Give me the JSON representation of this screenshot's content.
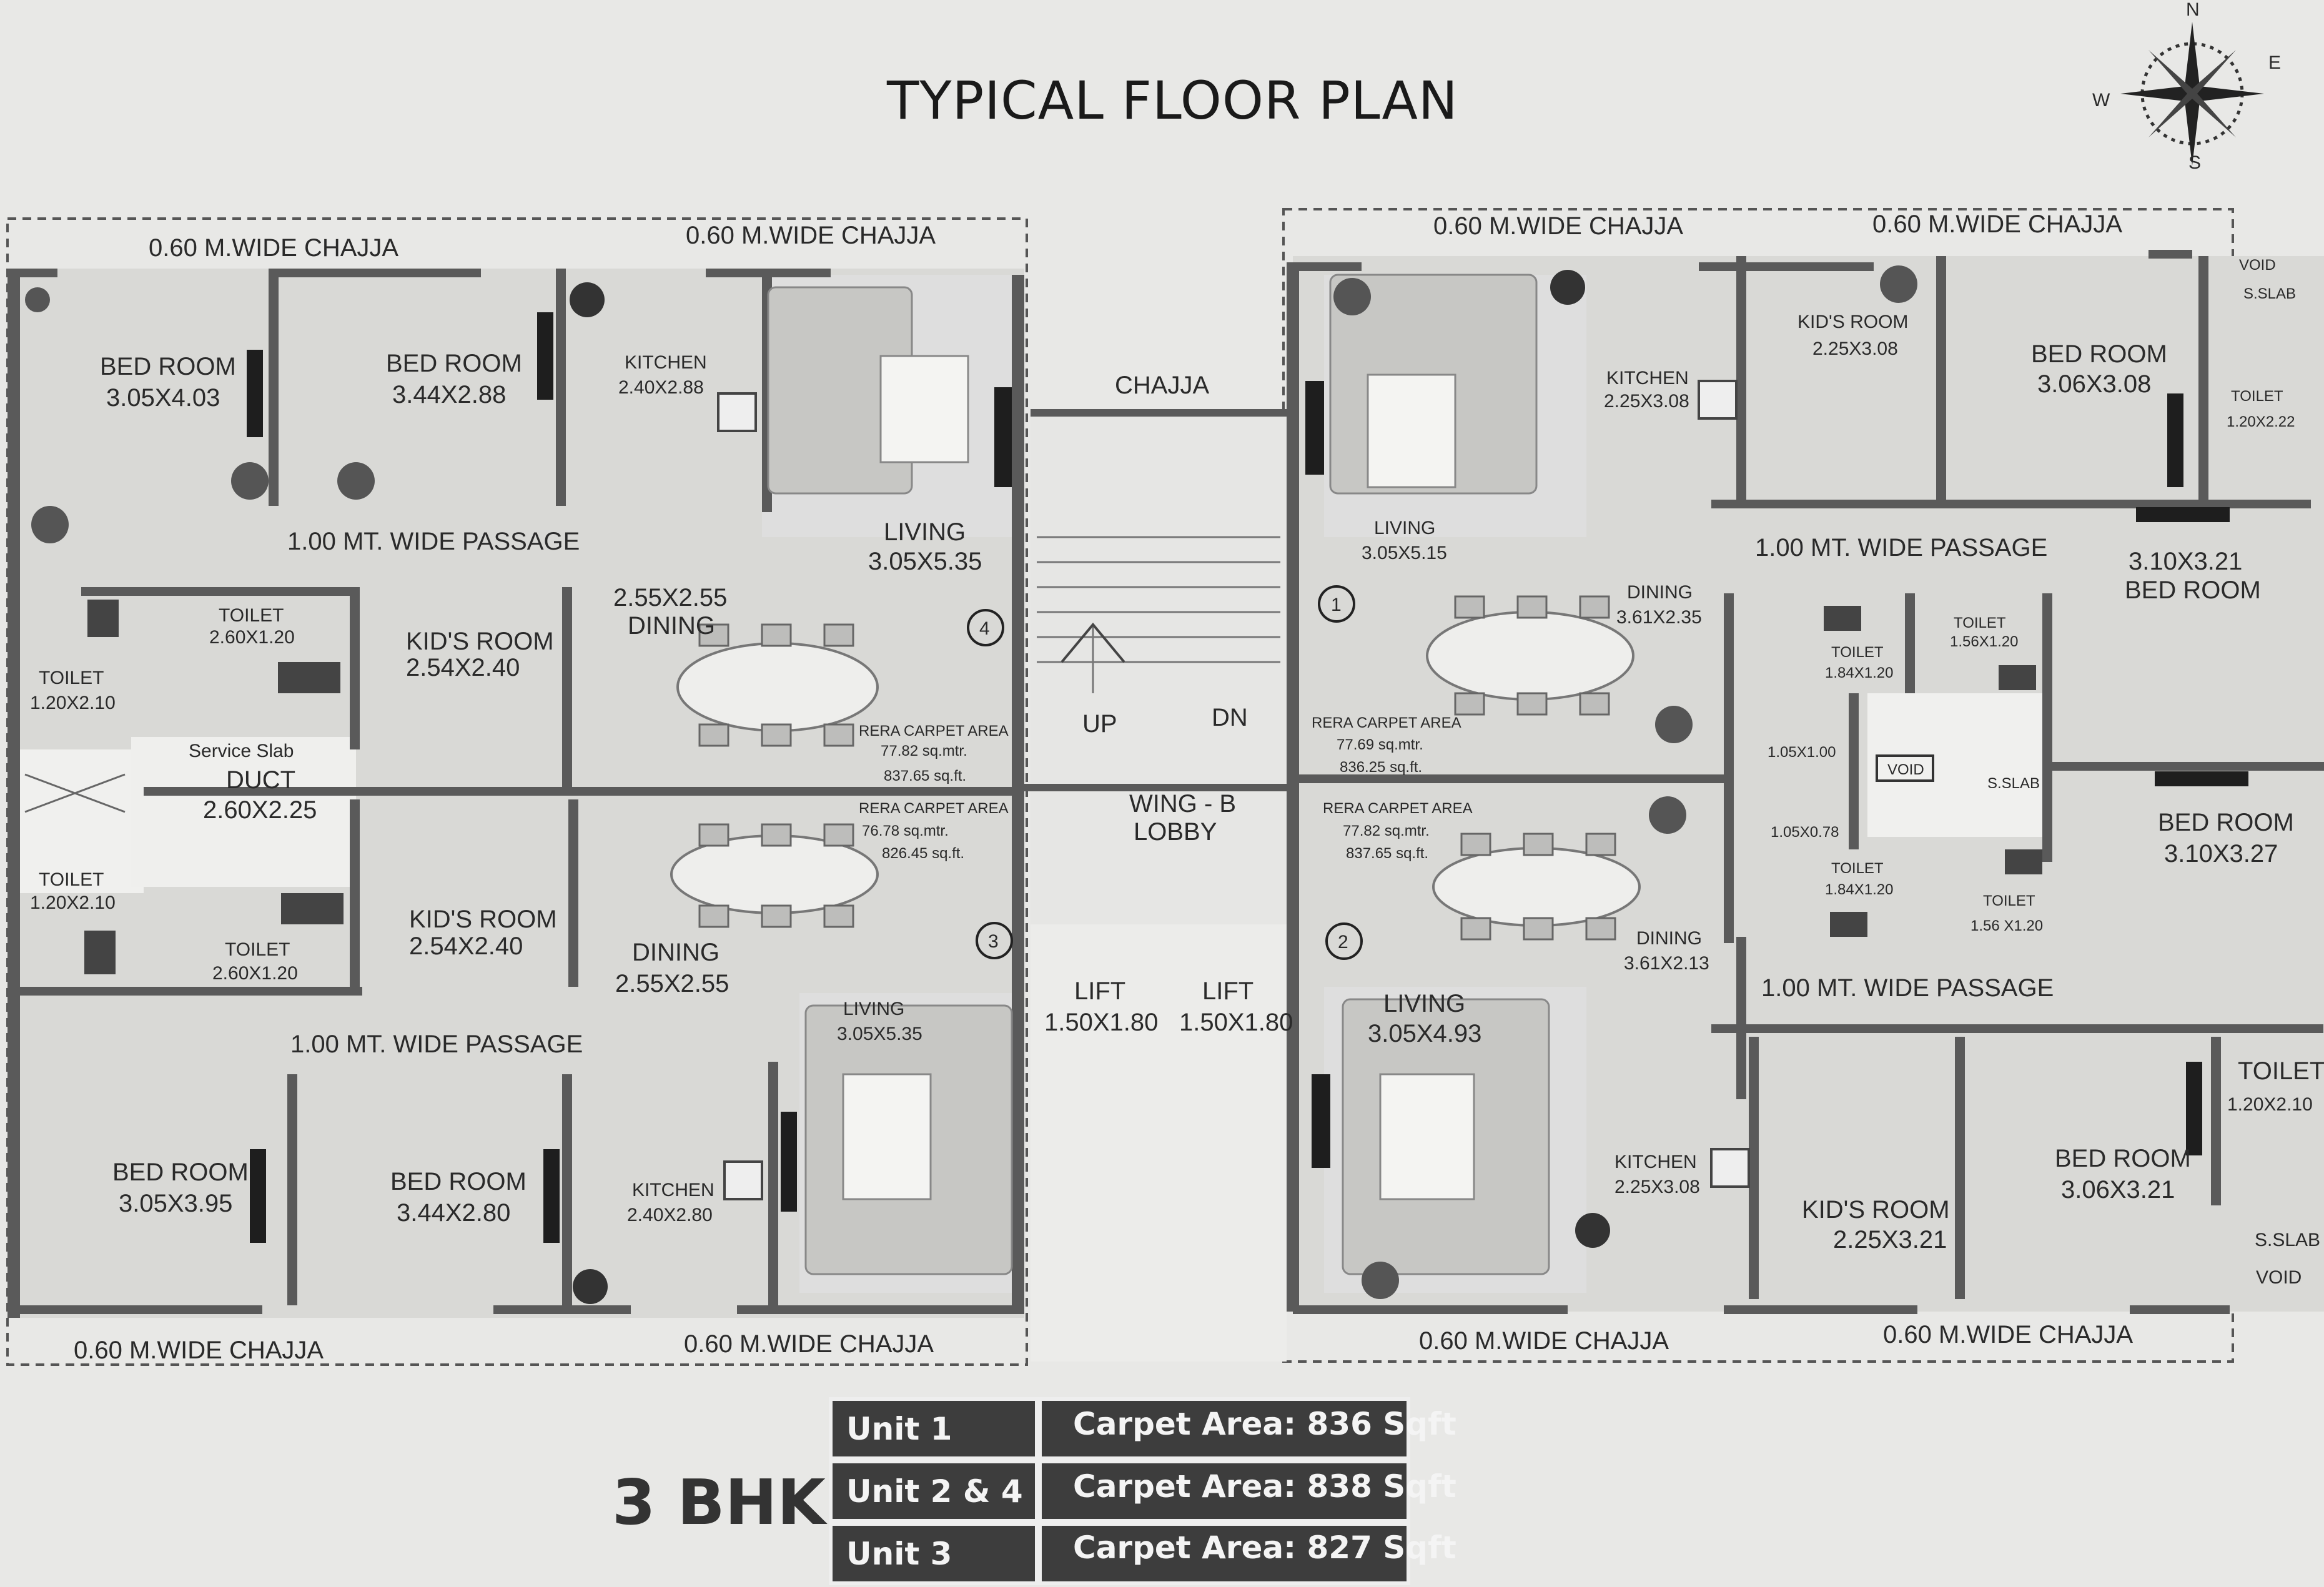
{
  "title": "TYPICAL FLOOR PLAN",
  "compass": {
    "n": "N",
    "e": "E",
    "s": "S",
    "w": "W"
  },
  "chajja": {
    "a": "0.60 M.WIDE CHAJJA",
    "b": "0.60 M.WIDE CHAJJA",
    "c": "0.60 M.WIDE CHAJJA",
    "d": "0.60 M.WIDE CHAJJA",
    "e": "0.60 M.WIDE CHAJJA",
    "f": "0.60 M.WIDE CHAJJA",
    "g": "0.60 M.WIDE CHAJJA",
    "h": "0.60 M.WIDE CHAJJA",
    "center": "CHAJJA"
  },
  "unit4": {
    "bed1": "BED ROOM",
    "bed1_dim": "3.05X4.03",
    "bed2": "BED ROOM",
    "bed2_dim": "3.44X2.88",
    "kitchen": "KITCHEN",
    "kitchen_dim": "2.40X2.88",
    "living": "LIVING",
    "living_dim": "3.05X5.35",
    "passage": "1.00 MT. WIDE PASSAGE",
    "toilet1": "TOILET",
    "toilet1_dim": "2.60X1.20",
    "toilet2": "TOILET",
    "toilet2_dim": "1.20X2.10",
    "kids": "KID'S ROOM",
    "kids_dim": "2.54X2.40",
    "dining_dim": "2.55X2.55",
    "dining": "DINING",
    "no": "4",
    "rera": "RERA CARPET AREA",
    "rera_m": "77.82 sq.mtr.",
    "rera_f": "837.65 sq.ft."
  },
  "service": {
    "slab": "Service Slab",
    "duct": "DUCT",
    "duct_dim": "2.60X2.25"
  },
  "unit3": {
    "toilet1": "TOILET",
    "toilet1_dim": "1.20X2.10",
    "toilet2": "TOILET",
    "toilet2_dim": "2.60X1.20",
    "kids": "KID'S ROOM",
    "kids_dim": "2.54X2.40",
    "rera": "RERA CARPET AREA",
    "rera_m": "76.78 sq.mtr.",
    "rera_f": "826.45 sq.ft.",
    "dining": "DINING",
    "dining_dim": "2.55X2.55",
    "no": "3",
    "passage": "1.00 MT. WIDE PASSAGE",
    "living": "LIVING",
    "living_dim": "3.05X5.35",
    "bed1": "BED ROOM",
    "bed1_dim": "3.05X3.95",
    "bed2": "BED ROOM",
    "bed2_dim": "3.44X2.80",
    "kitchen": "KITCHEN",
    "kitchen_dim": "2.40X2.80"
  },
  "core": {
    "up": "UP",
    "dn": "DN",
    "lobby1": "WING - B",
    "lobby2": "LOBBY",
    "lift1": "LIFT",
    "lift1_dim": "1.50X1.80",
    "lift2": "LIFT",
    "lift2_dim": "1.50X1.80"
  },
  "unit1": {
    "living": "LIVING",
    "living_dim": "3.05X5.15",
    "kitchen": "KITCHEN",
    "kitchen_dim": "2.25X3.08",
    "kids": "KID'S ROOM",
    "kids_dim": "2.25X3.08",
    "bed1": "BED ROOM",
    "bed1_dim": "3.06X3.08",
    "void": "VOID",
    "sslab": "S.SLAB",
    "toilet": "TOILET",
    "toilet_dim": "1.20X2.22",
    "passage": "1.00 MT. WIDE PASSAGE",
    "bed2_dim": "3.10X3.21",
    "bed2": "BED ROOM",
    "no": "1",
    "dining": "DINING",
    "dining_dim": "3.61X2.35",
    "rera": "RERA CARPET AREA",
    "rera_m": "77.69 sq.mtr.",
    "rera_f": "836.25 sq.ft.",
    "toilet_a": "TOILET",
    "toilet_a_dim": "1.84X1.20",
    "toilet_b": "TOILET",
    "toilet_b_dim": "1.56X1.20"
  },
  "mid": {
    "dim1": "1.05X1.00",
    "void": "VOID",
    "sslab": "S.SLAB",
    "dim2": "1.05X0.78"
  },
  "unit2": {
    "rera": "RERA CARPET AREA",
    "rera_m": "77.82 sq.mtr.",
    "rera_f": "837.65 sq.ft.",
    "no": "2",
    "dining": "DINING",
    "dining_dim": "3.61X2.13",
    "toilet_a": "TOILET",
    "toilet_a_dim": "1.84X1.20",
    "toilet_b": "TOILET",
    "toilet_b_dim": "1.56 X1.20",
    "bed1": "BED ROOM",
    "bed1_dim": "3.10X3.27",
    "passage": "1.00 MT. WIDE PASSAGE",
    "living": "LIVING",
    "living_dim": "3.05X4.93",
    "kitchen": "KITCHEN",
    "kitchen_dim": "2.25X3.08",
    "kids": "KID'S ROOM",
    "kids_dim": "2.25X3.21",
    "bed2": "BED ROOM",
    "bed2_dim": "3.06X3.21",
    "toilet": "TOILET",
    "toilet_dim": "1.20X2.10",
    "sslab": "S.SLAB",
    "void": "VOID"
  },
  "summary": {
    "bhk": "3 BHK",
    "rows": [
      {
        "unit": "Unit 1",
        "area": "Carpet Area: 836 Sqft"
      },
      {
        "unit": "Unit 2 & 4",
        "area": "Carpet Area: 838 Sqft"
      },
      {
        "unit": "Unit 3",
        "area": "Carpet Area: 827 Sqft"
      }
    ]
  }
}
